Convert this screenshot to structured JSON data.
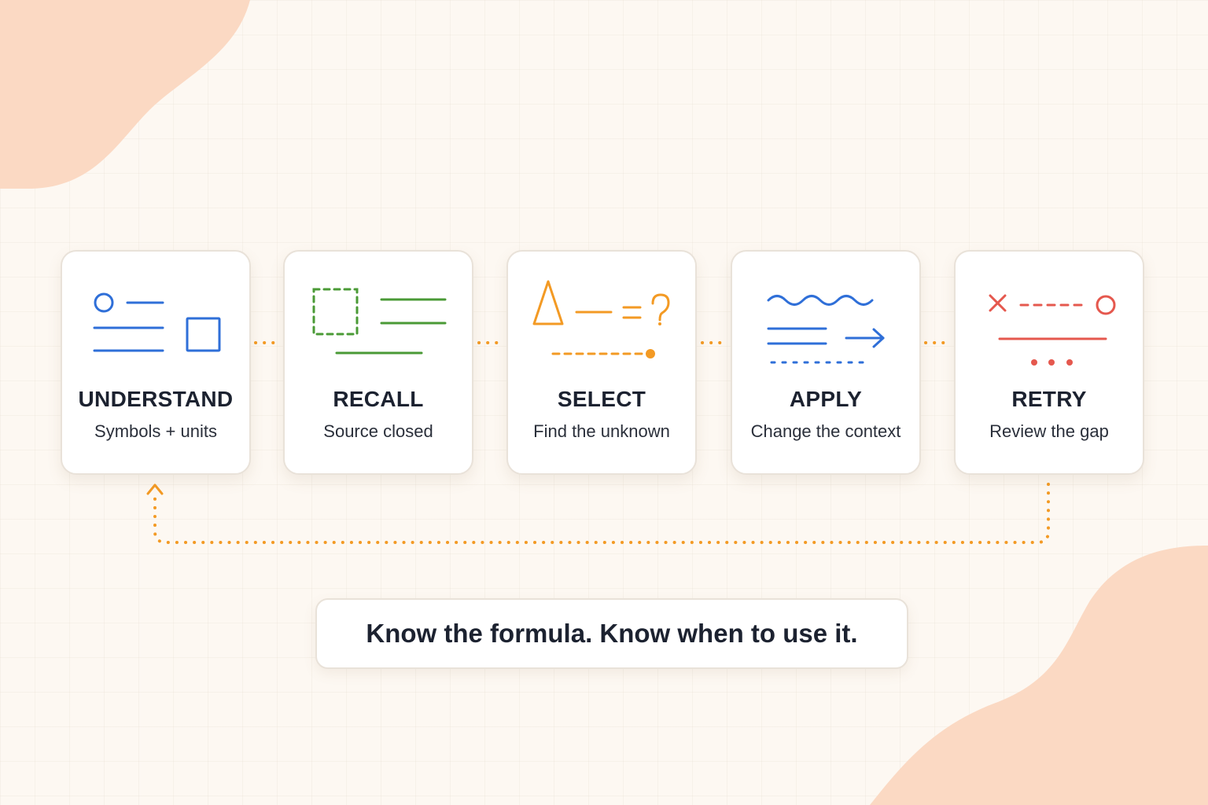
{
  "steps": [
    {
      "title": "UNDERSTAND",
      "subtitle": "Symbols + units",
      "icon": "symbols-icon",
      "color": "#2f6fd8"
    },
    {
      "title": "RECALL",
      "subtitle": "Source closed",
      "icon": "recall-icon",
      "color": "#4a9a36"
    },
    {
      "title": "SELECT",
      "subtitle": "Find the unknown",
      "icon": "select-icon",
      "color": "#f39a24"
    },
    {
      "title": "APPLY",
      "subtitle": "Change the context",
      "icon": "apply-icon",
      "color": "#2f6fd8"
    },
    {
      "title": "RETRY",
      "subtitle": "Review the gap",
      "icon": "retry-icon",
      "color": "#e5584e"
    }
  ],
  "tagline": "Know the formula. Know when to use it.",
  "colors": {
    "connector": "#f39a24",
    "blob": "#fbd9c3",
    "background": "#fdf8f2"
  }
}
